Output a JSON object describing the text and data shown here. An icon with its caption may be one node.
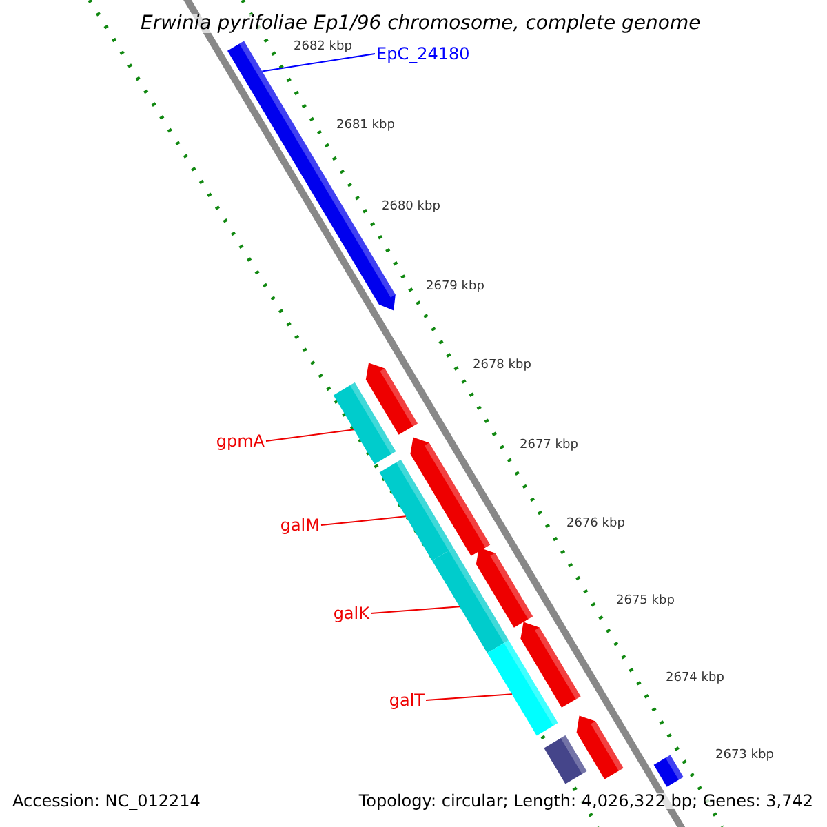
{
  "diagram": {
    "title": "Erwinia pyrifoliae Ep1/96 chromosome, complete genome",
    "nodes": [
      {
        "text": [
          "EpC_24180"
        ]
      },
      {
        "text": [],
        "shape": "bar"
      },
      {
        "text": [],
        "shape": "bar"
      },
      {
        "text": [],
        "shape": "bar"
      },
      {
        "text": [
          "gpmA"
        ]
      },
      {
        "text": [],
        "shape": "bar"
      },
      {
        "text": [],
        "shape": "bar"
      },
      {
        "text": [
          "galM"
        ]
      },
      {
        "text": [],
        "shape": "bar"
      },
      {
        "text": [],
        "shape": "bar"
      },
      {
        "text": [
          "galK"
        ]
      },
      {
        "text": [],
        "shape": "bar"
      },
      {
        "text": [],
        "shape": "bar"
      },
      {
        "text": [
          "galT"
        ]
      },
      {
        "text": [],
        "shape": "bar"
      },
      {
        "text": [],
        "shape": "bar"
      },
      {
        "text": [],
        "shape": "bar"
      }
    ],
    "edges": [
      {
        "from": 0,
        "to": 1,
        "arrow": "none",
        "color": "#0000ff"
      },
      {
        "from": 4,
        "to": 3,
        "arrow": "none"
      },
      {
        "from": 7,
        "to": 6,
        "arrow": "none"
      },
      {
        "from": 10,
        "to": 9,
        "arrow": "none"
      },
      {
        "from": 13,
        "to": 12,
        "arrow": "none"
      }
    ],
    "labels": [
      "2682 kbp",
      "2681 kbp",
      "2680 kbp",
      "2679 kbp",
      "2678 kbp",
      "2677 kbp",
      "2676 kbp",
      "2675 kbp",
      "2674 kbp",
      "2673 kbp",
      "Accession: NC_012214",
      "Topology: circular; Length: 4,026,322 bp; Genes: 3,742"
    ]
  }
}
